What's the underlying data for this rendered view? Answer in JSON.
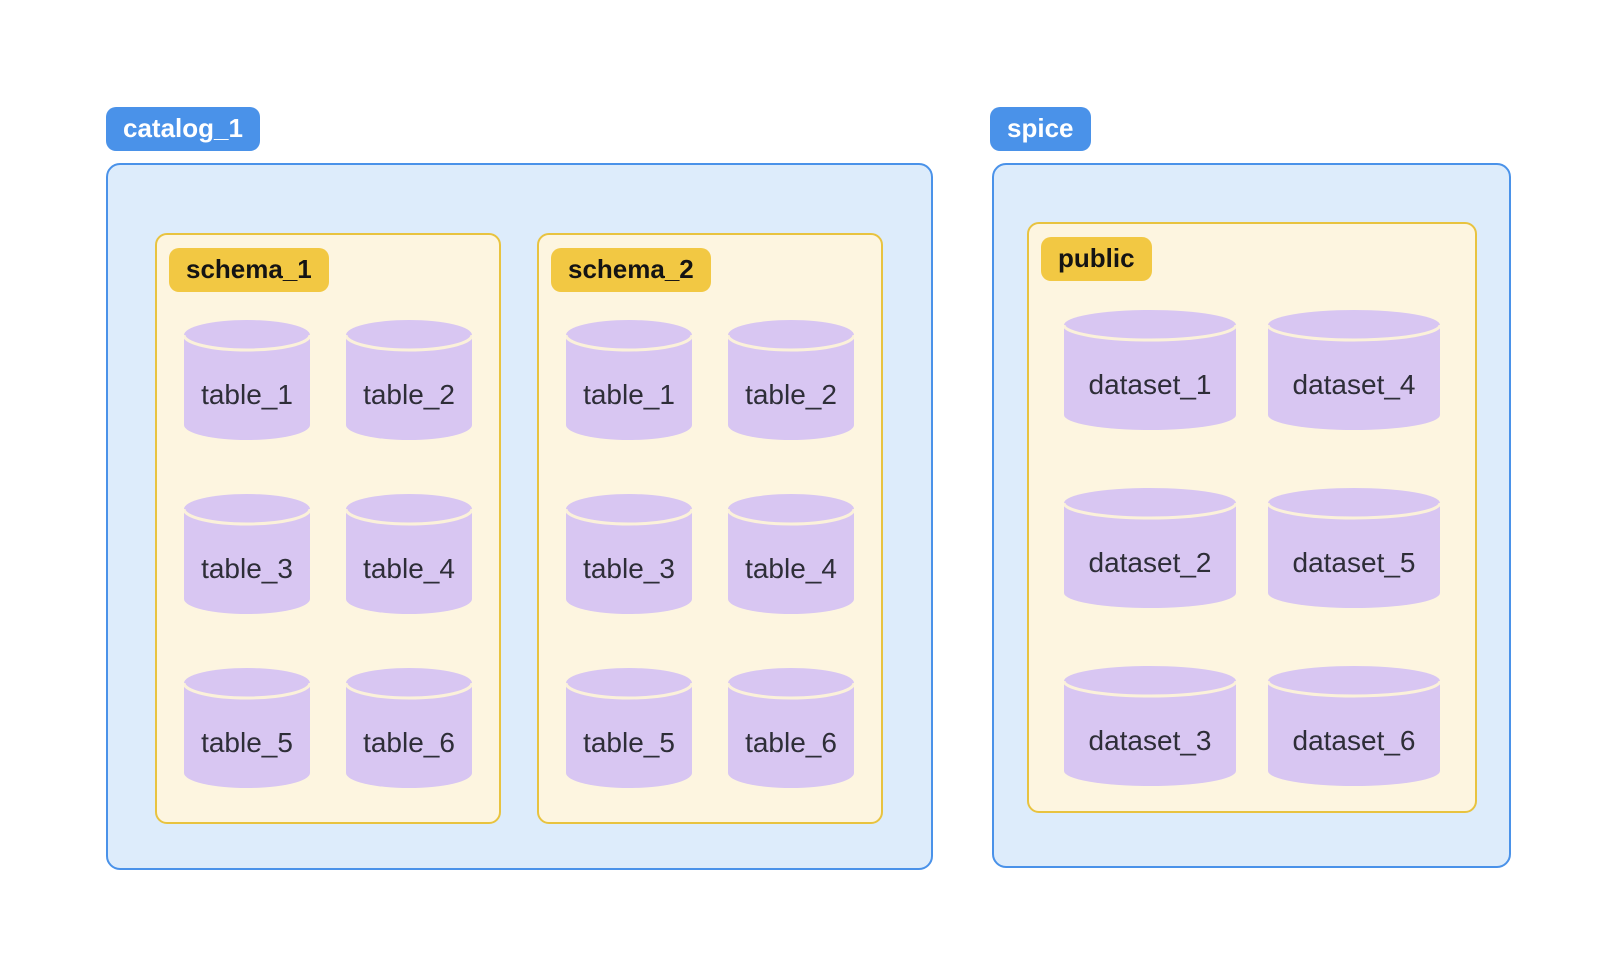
{
  "colors": {
    "badge_blue": "#4a92e9",
    "badge_blue_text": "#ffffff",
    "container_fill": "#ddecfb",
    "container_border": "#4a92e9",
    "schema_fill": "#fdf5e0",
    "schema_border": "#e8c33f",
    "badge_gold": "#f2c843",
    "badge_gold_text": "#141414",
    "cylinder_fill": "#d8c6f2",
    "cylinder_arc": "#fbf1da",
    "label_text": "#2e2e38"
  },
  "catalogs": [
    {
      "badge": "catalog_1",
      "schemas": [
        {
          "badge": "schema_1",
          "tables": [
            "table_1",
            "table_2",
            "table_3",
            "table_4",
            "table_5",
            "table_6"
          ]
        },
        {
          "badge": "schema_2",
          "tables": [
            "table_1",
            "table_2",
            "table_3",
            "table_4",
            "table_5",
            "table_6"
          ]
        }
      ]
    },
    {
      "badge": "spice",
      "schemas": [
        {
          "badge": "public",
          "tables": [
            "dataset_1",
            "dataset_2",
            "dataset_3",
            "dataset_4",
            "dataset_5",
            "dataset_6"
          ]
        }
      ]
    }
  ]
}
